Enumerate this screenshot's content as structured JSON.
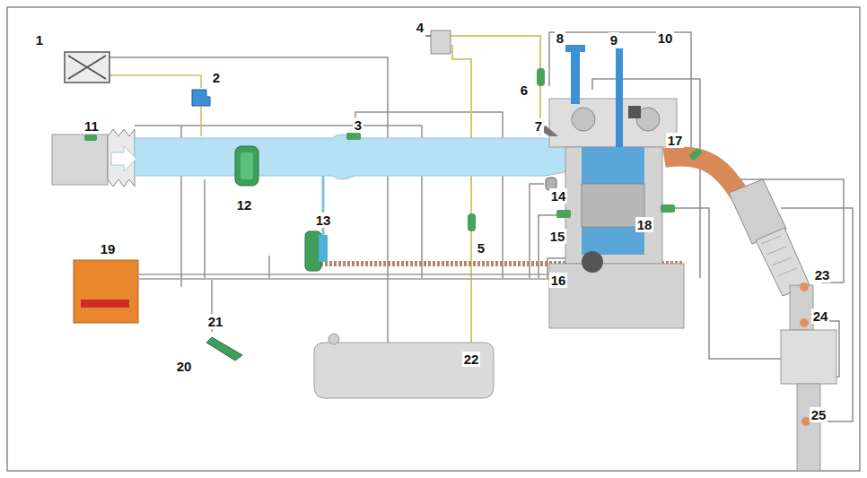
{
  "diagram": {
    "labels": [
      "1",
      "2",
      "3",
      "4",
      "5",
      "6",
      "7",
      "8",
      "9",
      "10",
      "11",
      "12",
      "13",
      "14",
      "15",
      "16",
      "17",
      "18",
      "19",
      "20",
      "21",
      "22",
      "23",
      "24",
      "25"
    ]
  }
}
